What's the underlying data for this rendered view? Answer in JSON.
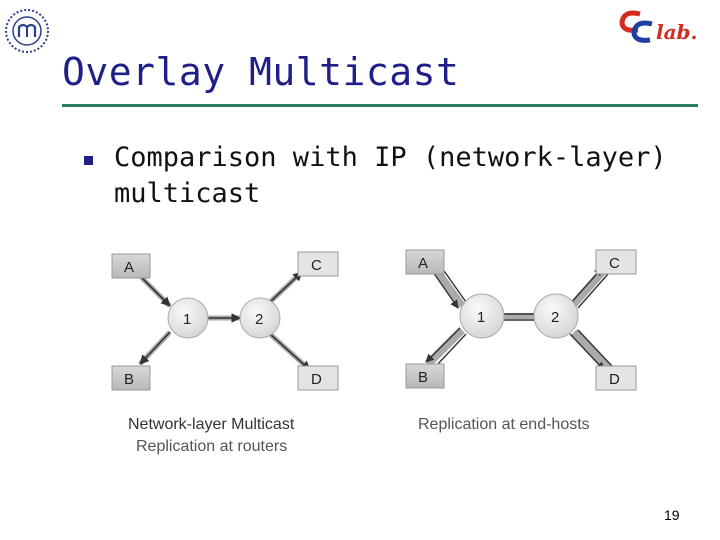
{
  "slide": {
    "title": "Overlay Multicast",
    "bullet": "Comparison with IP (network-layer) multicast",
    "page_number": "19"
  },
  "logo_right": {
    "text": "lab.",
    "colors": {
      "c1": "#d22b1f",
      "c2": "#1f3fa0",
      "text": "#d22b1f"
    }
  },
  "diagram_network": {
    "hosts": [
      "A",
      "B",
      "C",
      "D"
    ],
    "routers": [
      "1",
      "2"
    ],
    "caption_line1": "Network-layer Multicast",
    "caption_line2": "Replication at routers"
  },
  "diagram_overlay": {
    "hosts": [
      "A",
      "B",
      "C",
      "D"
    ],
    "routers": [
      "1",
      "2"
    ],
    "caption": "Replication at end-hosts"
  },
  "colors": {
    "title": "#1f1f8a",
    "rule": "#2e7d5a",
    "bullet": "#1f1f8a"
  }
}
